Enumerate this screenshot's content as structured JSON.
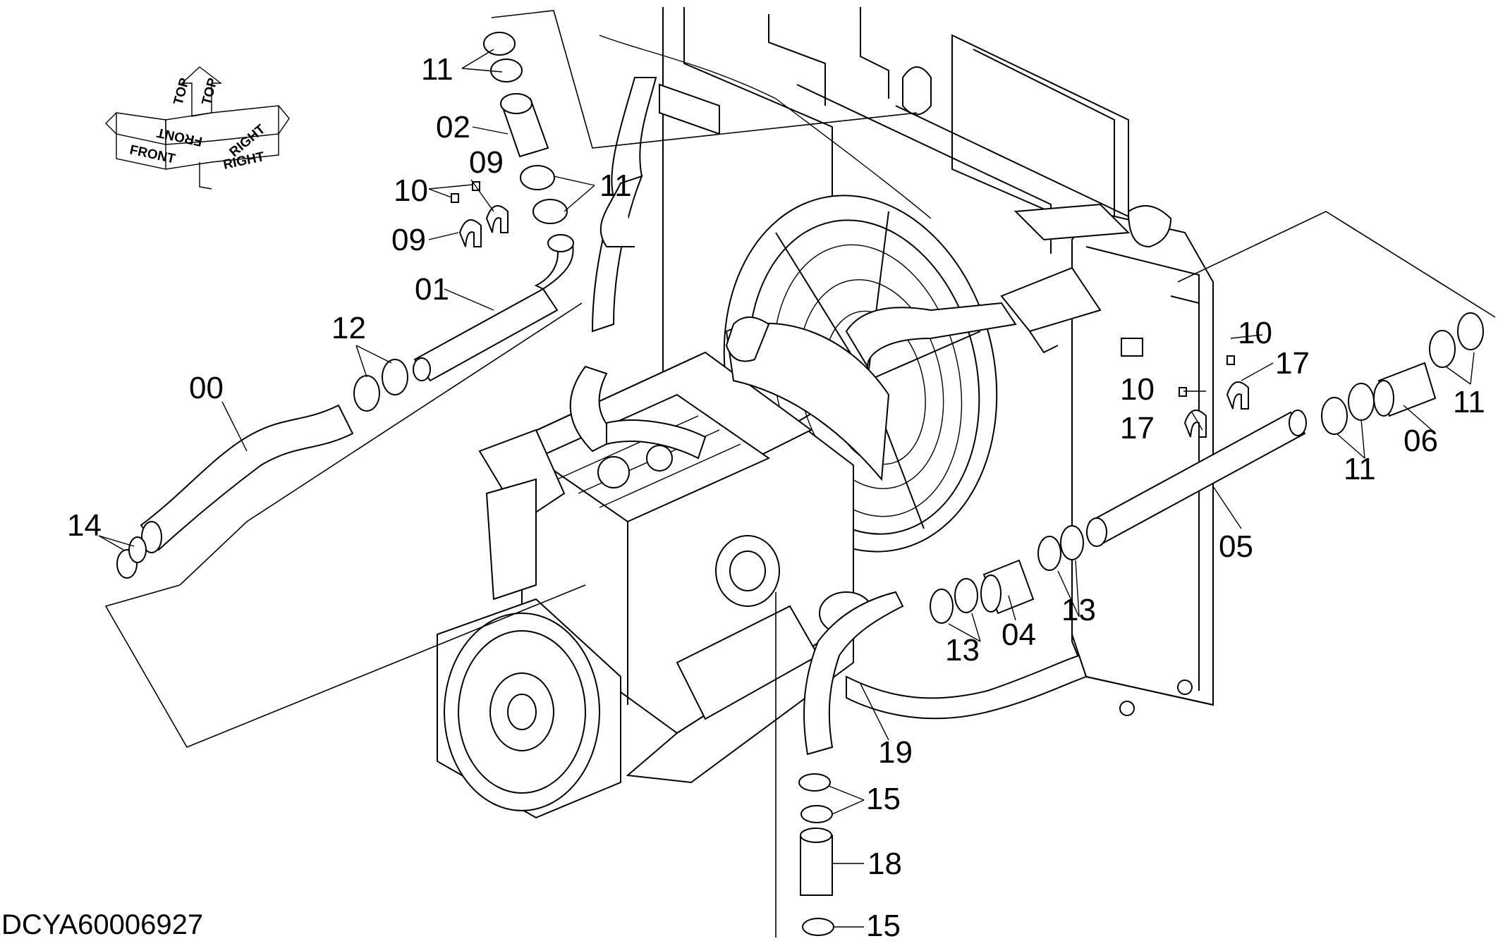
{
  "drawing_code": "DCYA60006927",
  "orientation_arrow": {
    "top": "TOP",
    "front": "FRONT",
    "right": "RIGHT"
  },
  "callouts": {
    "c00": "00",
    "c01": "01",
    "c02": "02",
    "c04": "04",
    "c05": "05",
    "c06": "06",
    "c09a": "09",
    "c09b": "09",
    "c10a": "10",
    "c10b": "10",
    "c10c": "10",
    "c11a": "11",
    "c11b": "11",
    "c11c": "11",
    "c11d": "11",
    "c12": "12",
    "c13a": "13",
    "c13b": "13",
    "c14": "14",
    "c15a": "15",
    "c15b": "15",
    "c17a": "17",
    "c17b": "17",
    "c18": "18",
    "c19": "19"
  }
}
